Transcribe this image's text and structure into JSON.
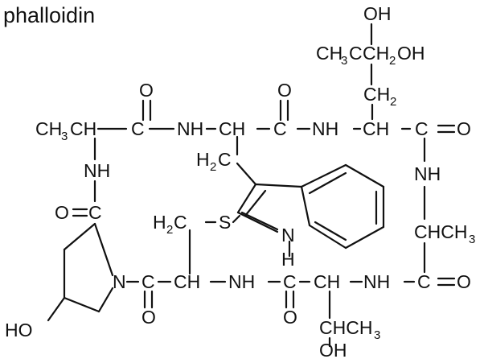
{
  "title": "phalloidin",
  "atoms": {
    "oh_top": "OH",
    "ch3_top": "CH",
    "ch3_top_sub": "3",
    "c_top": "C",
    "ch2oh_top": "CH",
    "ch2oh_top_sub": "2",
    "ch2oh_top_oh": "OH",
    "ch2_upper": "CH",
    "ch2_upper_sub": "2",
    "o_top1": "O",
    "o_top2": "O",
    "ch3_left": "CH",
    "ch3_left_sub": "3",
    "ch_left": "CH",
    "c_row1a": "C",
    "nh_row1a": "NH",
    "ch_row1": "CH",
    "c_row1b": "C",
    "nh_row1b": "NH",
    "ch_row1c": "CH",
    "c_eq_o_right": "C",
    "o_right": "O",
    "nh_left": "NH",
    "h2c": "H",
    "h2c_sub": "2",
    "h2c_c": "C",
    "nh_right": "NH",
    "o_left": "O",
    "c_left": "C",
    "h2c_s": "H",
    "h2c_s_sub": "2",
    "h2c_s_c": "C",
    "s": "S",
    "n_indole": "N",
    "h_indole": "H",
    "chch3_right": "CHCH",
    "chch3_right_sub": "3",
    "n_ring": "N",
    "c_bot1": "C",
    "ch_bot1": "CH",
    "nh_bot1": "NH",
    "c_bot2": "C",
    "ch_bot2": "CH",
    "nh_bot2": "NH",
    "c_bot3": "C",
    "o_bot3": "O",
    "o_bot1": "O",
    "o_bot2": "O",
    "chch3_bot": "CHCH",
    "chch3_bot_sub": "3",
    "oh_bot": "OH",
    "ho_left": "HO"
  }
}
